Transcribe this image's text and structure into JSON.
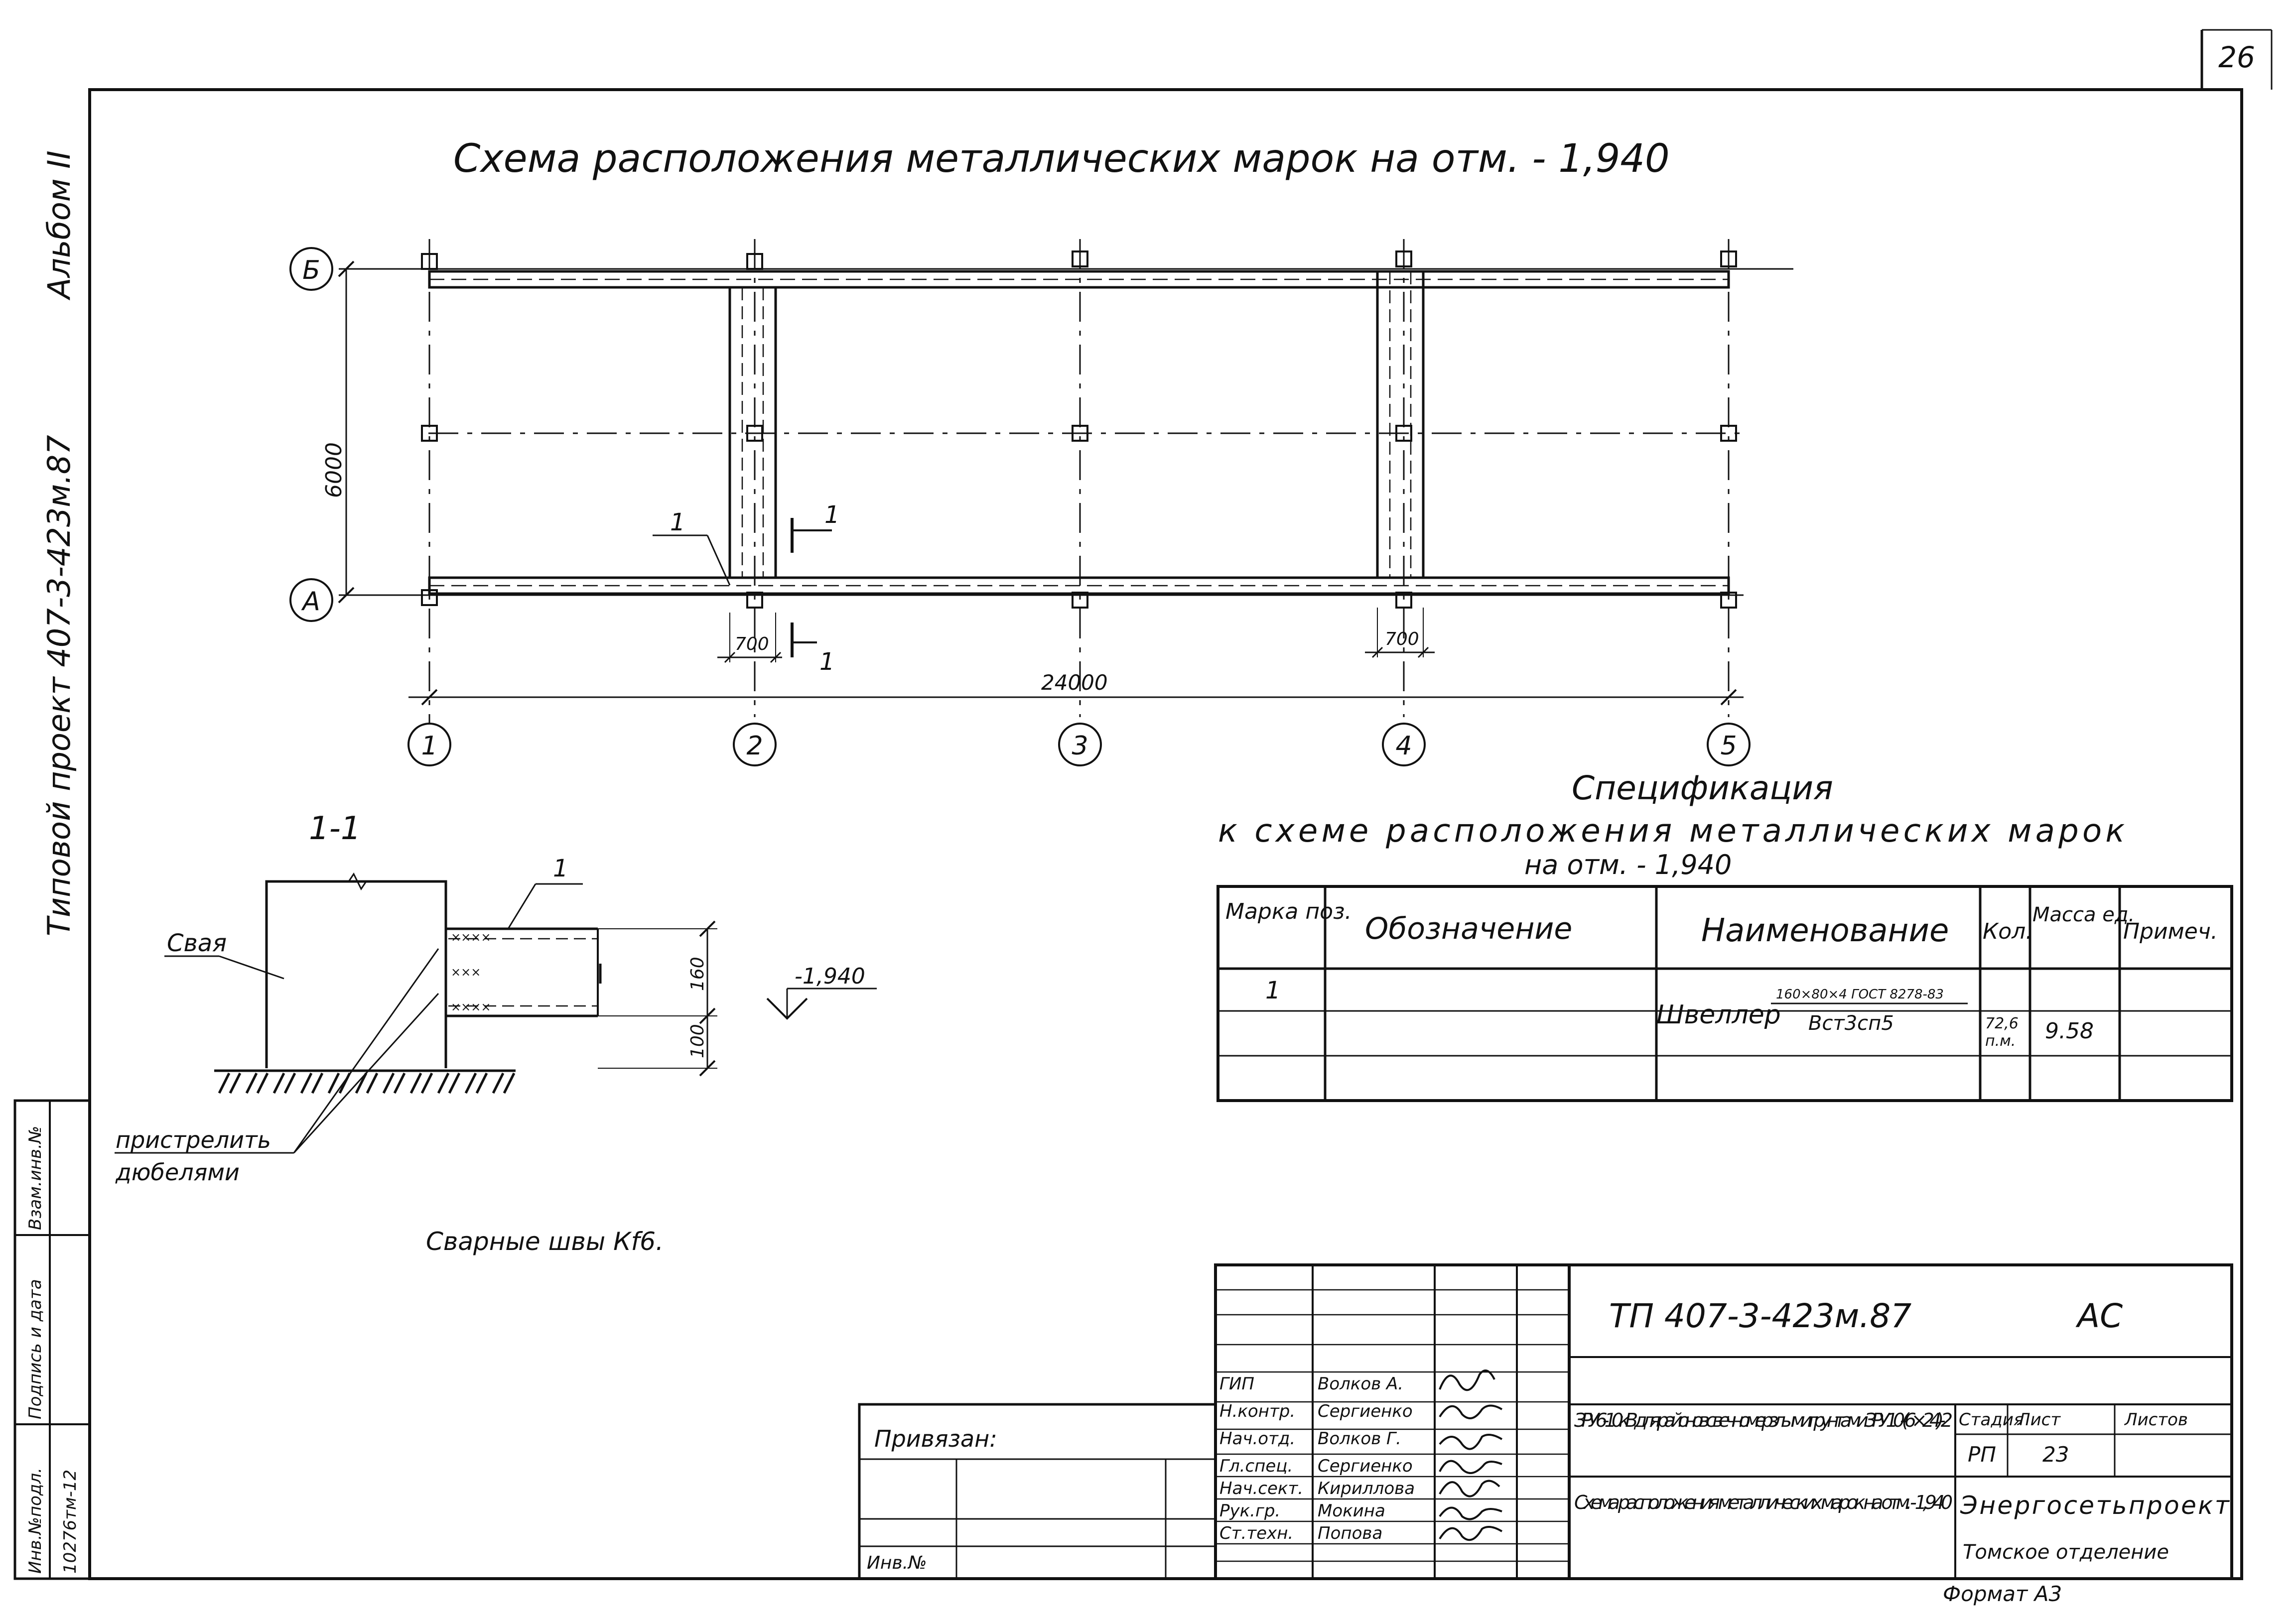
{
  "sheet_number": "26",
  "side_stamp": {
    "album": "Альбом II",
    "project": "Типовой проект 407-3-423м.87"
  },
  "left_stamp": {
    "columns": [
      "Инв.№подл.",
      "Подпись и дата",
      "Взам.инв.№"
    ],
    "inv_value": "10276тм-12"
  },
  "main_title": "Схема расположения металлических марок на отм. - 1,940",
  "plan": {
    "row_axes": [
      "Б",
      "А"
    ],
    "column_axes": [
      "1",
      "2",
      "3",
      "4",
      "5"
    ],
    "dim_height": "6000",
    "dim_length": "24000",
    "dim_insert_left": "700",
    "dim_insert_right": "700",
    "mark_label": "1",
    "section_mark_top": "1",
    "section_mark_bottom": "1"
  },
  "section": {
    "title": "1-1",
    "pile_label": "Свая",
    "mark_label": "1",
    "dim_top": "160",
    "dim_bottom": "100",
    "elevation": "-1,940",
    "fix_note_line1": "пристрелить",
    "fix_note_line2": "дюбелями",
    "weld_note": "Сварные швы Кf6."
  },
  "spec": {
    "title_line1": "Спецификация",
    "title_line2": "к схеме расположения металлических марок",
    "title_line3": "на отм. - 1,940",
    "headers": {
      "mark": "Марка поз.",
      "designation": "Обозначение",
      "name": "Наименование",
      "qty": "Кол.",
      "mass": "Масса ед.",
      "note": "Примеч."
    },
    "row": {
      "mark": "1",
      "name_main": "Швеллер",
      "name_top": "160×80×4 ГОСТ 8278-83",
      "name_bottom": "Вст3сп5",
      "qty_top": "72,6",
      "qty_bottom": "п.м.",
      "mass": "9.58"
    }
  },
  "title_block": {
    "doc_code": "ТП 407-3-423м.87",
    "doc_type": "АС",
    "privyazan": "Привязан:",
    "inv_no": "Инв.№",
    "roles": [
      "ГИП",
      "Н.контр.",
      "Нач.отд.",
      "Гл.спец.",
      "Нач.сект.",
      "Рук.гр.",
      "Ст.техн."
    ],
    "names": [
      "Волков А.",
      "Сергиенко",
      "Волков Г.",
      "Сергиенко",
      "Кириллова",
      "Мокина",
      "Попова"
    ],
    "object_text": "ЗРУ 6-10кВ для районов с вечномерзлыми грунтами ЗРУ 10-(6×24)-2",
    "sheet_title": "Схема расположения металлических марок на отм. - 1,940",
    "stage_label": "Стадия",
    "sheet_label": "Лист",
    "sheets_label": "Листов",
    "stage_value": "РП",
    "sheet_value": "23",
    "organization": "Энергосетьпроект",
    "department": "Томское отделение"
  },
  "format_label": "Формат А3"
}
